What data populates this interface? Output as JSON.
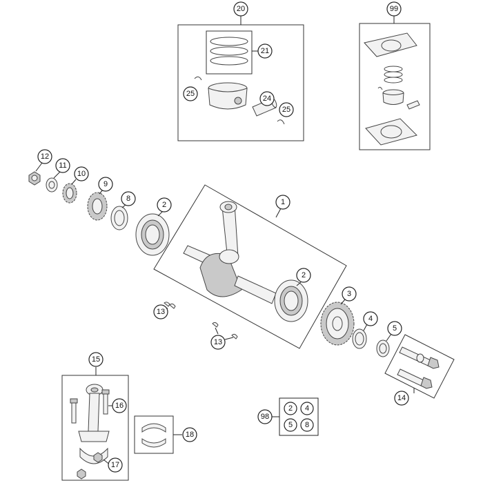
{
  "diagram": {
    "callouts": {
      "c1": "1",
      "c2a": "2",
      "c2b": "2",
      "c3": "3",
      "c4": "4",
      "c5": "5",
      "c8": "8",
      "c9": "9",
      "c10": "10",
      "c11": "11",
      "c12": "12",
      "c13a": "13",
      "c13b": "13",
      "c14": "14",
      "c15": "15",
      "c16": "16",
      "c17": "17",
      "c18": "18",
      "c20": "20",
      "c21": "21",
      "c24": "24",
      "c25a": "25",
      "c25b": "25",
      "c98": "98",
      "c99": "99"
    },
    "kit98": [
      "2",
      "4",
      "5",
      "8"
    ]
  }
}
